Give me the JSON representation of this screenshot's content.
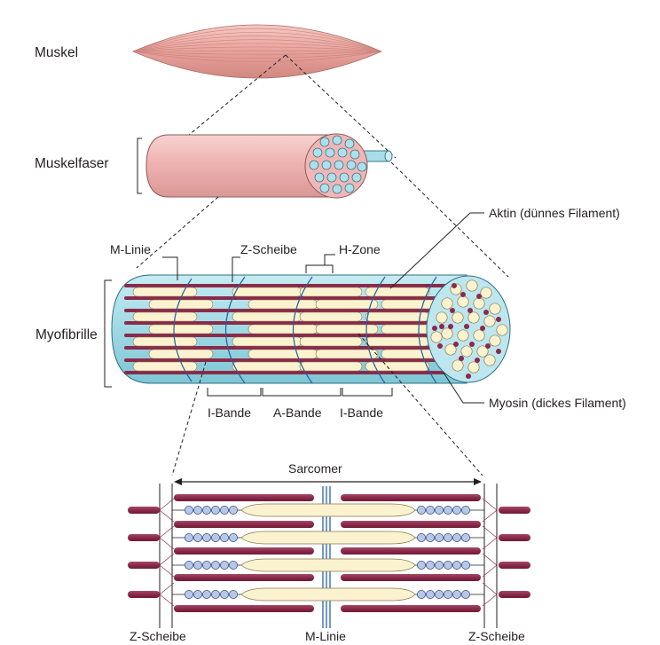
{
  "labels": {
    "muscle": "Muskel",
    "muscle_fiber": "Muskelfaser",
    "myofibril": "Myofibrille",
    "actin": "Aktin (dünnes Filament)",
    "myosin": "Myosin (dickes Filament)",
    "m_line_top": "M-Linie",
    "z_disc_top": "Z-Scheibe",
    "h_zone": "H-Zone",
    "i_band_left": "I-Bande",
    "a_band": "A-Bande",
    "i_band_right": "I-Bande",
    "sarcomere": "Sarcomer",
    "z_disc_left": "Z-Scheibe",
    "m_line_bottom": "M-Linie",
    "z_disc_right": "Z-Scheibe"
  },
  "colors": {
    "muscle": "#e8a4a0",
    "fiber": "#f0b8b8",
    "myofibril_blue": "#8fd0dc",
    "myofibril_light": "#cfeef2",
    "thin_filament": "#8a2a4a",
    "thick_filament": "#fbf3cf",
    "dot_blue": "#aee0ec"
  }
}
